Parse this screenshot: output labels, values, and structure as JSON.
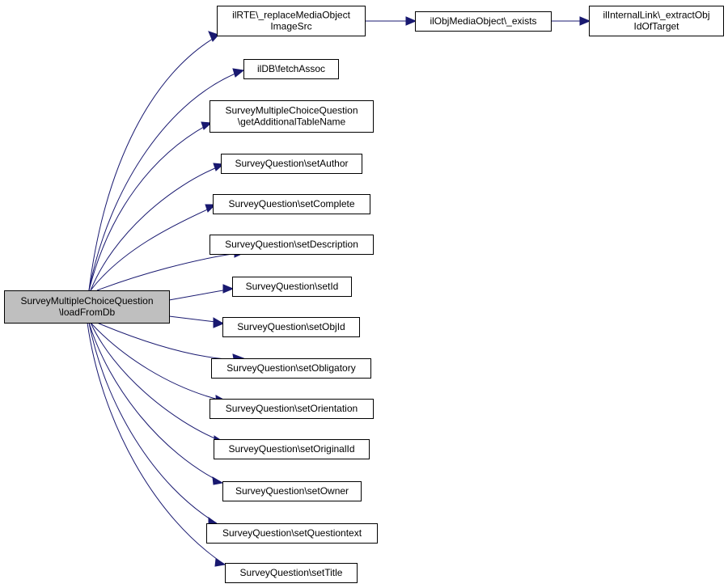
{
  "diagram": {
    "nodes": [
      {
        "id": "load",
        "lines": [
          "SurveyMultipleChoiceQuestion",
          "\\loadFromDb"
        ],
        "highlighted": true
      },
      {
        "id": "replace",
        "lines": [
          "ilRTE\\_replaceMediaObject",
          "ImageSrc"
        ]
      },
      {
        "id": "exists",
        "lines": [
          "ilObjMediaObject\\_exists"
        ]
      },
      {
        "id": "extract",
        "lines": [
          "ilInternalLink\\_extractObj",
          "IdOfTarget"
        ]
      },
      {
        "id": "fetch",
        "lines": [
          "ilDB\\fetchAssoc"
        ]
      },
      {
        "id": "gettable",
        "lines": [
          "SurveyMultipleChoiceQuestion",
          "\\getAdditionalTableName"
        ]
      },
      {
        "id": "author",
        "lines": [
          "SurveyQuestion\\setAuthor"
        ]
      },
      {
        "id": "complete",
        "lines": [
          "SurveyQuestion\\setComplete"
        ]
      },
      {
        "id": "description",
        "lines": [
          "SurveyQuestion\\setDescription"
        ]
      },
      {
        "id": "setid",
        "lines": [
          "SurveyQuestion\\setId"
        ]
      },
      {
        "id": "objid",
        "lines": [
          "SurveyQuestion\\setObjId"
        ]
      },
      {
        "id": "obligatory",
        "lines": [
          "SurveyQuestion\\setObligatory"
        ]
      },
      {
        "id": "orientation",
        "lines": [
          "SurveyQuestion\\setOrientation"
        ]
      },
      {
        "id": "originalid",
        "lines": [
          "SurveyQuestion\\setOriginalId"
        ]
      },
      {
        "id": "owner",
        "lines": [
          "SurveyQuestion\\setOwner"
        ]
      },
      {
        "id": "questiontext",
        "lines": [
          "SurveyQuestion\\setQuestiontext"
        ]
      },
      {
        "id": "title",
        "lines": [
          "SurveyQuestion\\setTitle"
        ]
      }
    ],
    "edges": [
      {
        "from": "load",
        "to": "replace"
      },
      {
        "from": "load",
        "to": "fetch"
      },
      {
        "from": "load",
        "to": "gettable"
      },
      {
        "from": "load",
        "to": "author"
      },
      {
        "from": "load",
        "to": "complete"
      },
      {
        "from": "load",
        "to": "description"
      },
      {
        "from": "load",
        "to": "setid"
      },
      {
        "from": "load",
        "to": "objid"
      },
      {
        "from": "load",
        "to": "obligatory"
      },
      {
        "from": "load",
        "to": "orientation"
      },
      {
        "from": "load",
        "to": "originalid"
      },
      {
        "from": "load",
        "to": "owner"
      },
      {
        "from": "load",
        "to": "questiontext"
      },
      {
        "from": "load",
        "to": "title"
      },
      {
        "from": "replace",
        "to": "exists"
      },
      {
        "from": "exists",
        "to": "extract"
      }
    ],
    "colors": {
      "edge": "#191970",
      "node_fill": "#ffffff",
      "highlight_fill": "#bfbfbf",
      "border": "#000000"
    }
  }
}
